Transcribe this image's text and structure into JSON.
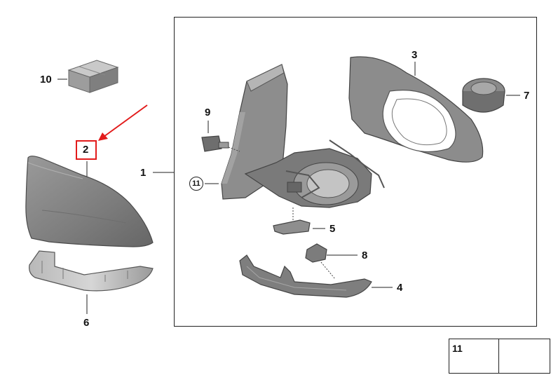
{
  "parts": {
    "p1": {
      "number": "1"
    },
    "p2": {
      "number": "2"
    },
    "p3": {
      "number": "3"
    },
    "p4": {
      "number": "4"
    },
    "p5": {
      "number": "5"
    },
    "p6": {
      "number": "6"
    },
    "p7": {
      "number": "7"
    },
    "p8": {
      "number": "8"
    },
    "p9": {
      "number": "9"
    },
    "p10": {
      "number": "10"
    },
    "p11": {
      "number": "11"
    }
  },
  "highlight": {
    "part": "2",
    "color": "#e21b1b"
  },
  "legend": {
    "part_number": "11"
  },
  "colors": {
    "part_fill": "#8a8a8a",
    "part_dark": "#5e5e5e",
    "line": "#222222",
    "accent": "#e21b1b"
  }
}
